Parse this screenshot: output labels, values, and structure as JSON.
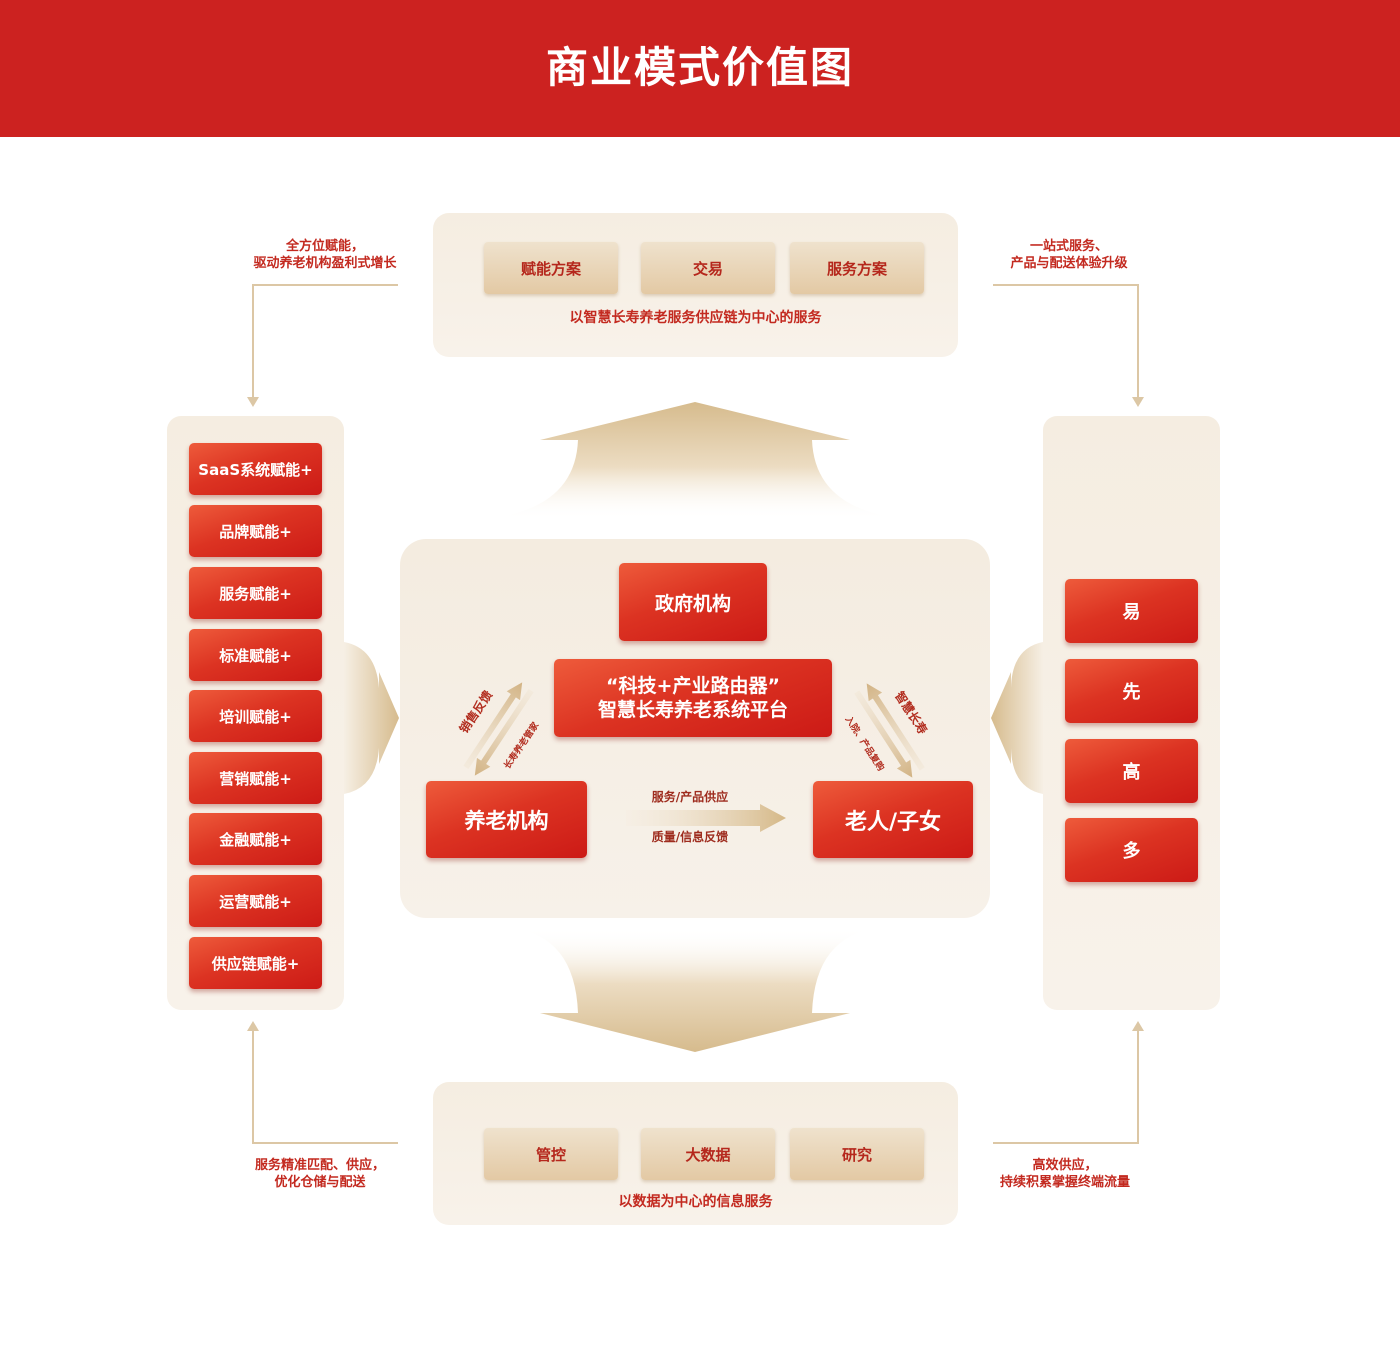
{
  "title": "商业模式价值图",
  "colors": {
    "brand_red": "#cc2220",
    "text_red": "#c32a20",
    "button_red_light": "#ee5b3b",
    "button_red_dark": "#cc1a16",
    "panel_beige": "#f6efe4",
    "tan_light": "#efe2cd",
    "tan_dark": "#e3c9a4",
    "gold": "#d6bb8d"
  },
  "top_panel": {
    "buttons": [
      "赋能方案",
      "交易",
      "服务方案"
    ],
    "caption": "以智慧长寿养老服务供应链为中心的服务"
  },
  "bottom_panel": {
    "buttons": [
      "管控",
      "大数据",
      "研究"
    ],
    "caption": "以数据为中心的信息服务"
  },
  "left_panel": {
    "items": [
      "SaaS系统赋能+",
      "品牌赋能+",
      "服务赋能+",
      "标准赋能+",
      "培训赋能+",
      "营销赋能+",
      "金融赋能+",
      "运营赋能+",
      "供应链赋能+"
    ]
  },
  "right_panel": {
    "items": [
      "易",
      "先",
      "高",
      "多"
    ]
  },
  "notes": {
    "top_left": [
      "全方位赋能，",
      "驱动养老机构盈利式增长"
    ],
    "top_right": [
      "一站式服务、",
      "产品与配送体验升级"
    ],
    "bottom_left": [
      "服务精准匹配、供应，",
      "优化仓储与配送"
    ],
    "bottom_right": [
      "高效供应，",
      "持续积累掌握终端流量"
    ]
  },
  "center": {
    "government": "政府机构",
    "platform": [
      "“科技+产业路由器”",
      "智慧长寿养老系统平台"
    ],
    "institution": "养老机构",
    "elderly": "老人/子女",
    "flow_forward": "服务/产品供应",
    "flow_back": "质量/信息反馈",
    "left_links": {
      "upper": "销售反馈",
      "lower": "长寿养老管家"
    },
    "right_links": {
      "upper": "智慧长寿",
      "lower": "入院、产品复购"
    }
  }
}
